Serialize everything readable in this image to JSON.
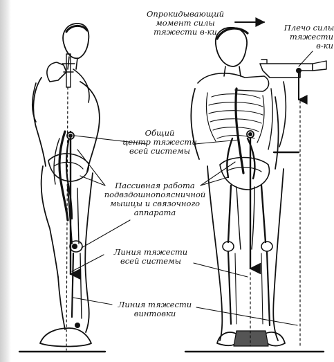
{
  "labels": {
    "overturning_moment": [
      "Опрокидывающий",
      "момент силы",
      "тяжести в-ки"
    ],
    "gravity_arm": [
      "Плечо силы",
      "тяжести",
      "в-ки"
    ],
    "common_center": [
      "Общий",
      "центр тяжести",
      "всей системы"
    ],
    "passive_work": [
      "Пассивная работа",
      "подвздошнопоясничной",
      "мышцы и связочного",
      "аппарата"
    ],
    "system_gravity_line": [
      "Линия тяжести",
      "всей системы"
    ],
    "rifle_gravity_line": [
      "Линия тяжести",
      "винтовки"
    ]
  },
  "colors": {
    "ink": "#111111",
    "paper": "#ffffff",
    "scan_edge": "#d6d6d6"
  }
}
